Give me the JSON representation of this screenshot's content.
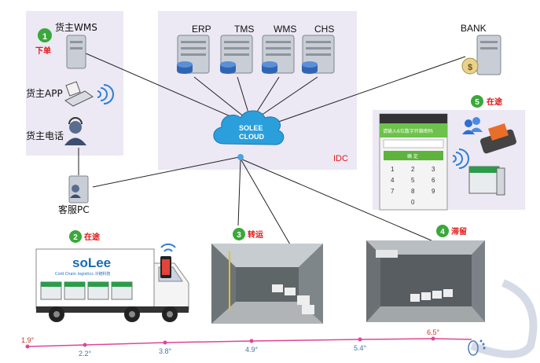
{
  "servers_idc": [
    "ERP",
    "TMS",
    "WMS",
    "CHS"
  ],
  "idc_label": "IDC",
  "cloud": {
    "line1": "SOLEE",
    "line2": "CLOUD"
  },
  "bank_label": "BANK",
  "client_panel": {
    "wms_label": "货主WMS",
    "order_label": "下单",
    "app_label": "货主APP",
    "phone_label": "货主电话"
  },
  "service_pc_label": "客服PC",
  "steps": [
    {
      "num": "1",
      "text": ""
    },
    {
      "num": "2",
      "text": "在途"
    },
    {
      "num": "3",
      "text": "转运"
    },
    {
      "num": "4",
      "text": "滞留"
    },
    {
      "num": "5",
      "text": "在途"
    }
  ],
  "truck": {
    "brand": "soLee",
    "tagline": "Cold Chain logistics 冷链科技"
  },
  "phone_ui": {
    "header": "请输入6位数字开箱密码",
    "confirm": "确 定",
    "keys": [
      "1",
      "2",
      "3",
      "4",
      "5",
      "6",
      "7",
      "8",
      "9",
      "0"
    ]
  },
  "temp_timeline": {
    "temps": [
      "1.9°",
      "2.2°",
      "3.8°",
      "4.9°",
      "5.4°",
      "6.5°"
    ],
    "line_color": "#e0449a",
    "label_color": "#d0311f",
    "below_color": "#4472a8"
  },
  "colors": {
    "step_badge": "#3aa83a",
    "step_text": "#e01818",
    "panel_bg": "#ece8f4",
    "line": "#222222"
  }
}
